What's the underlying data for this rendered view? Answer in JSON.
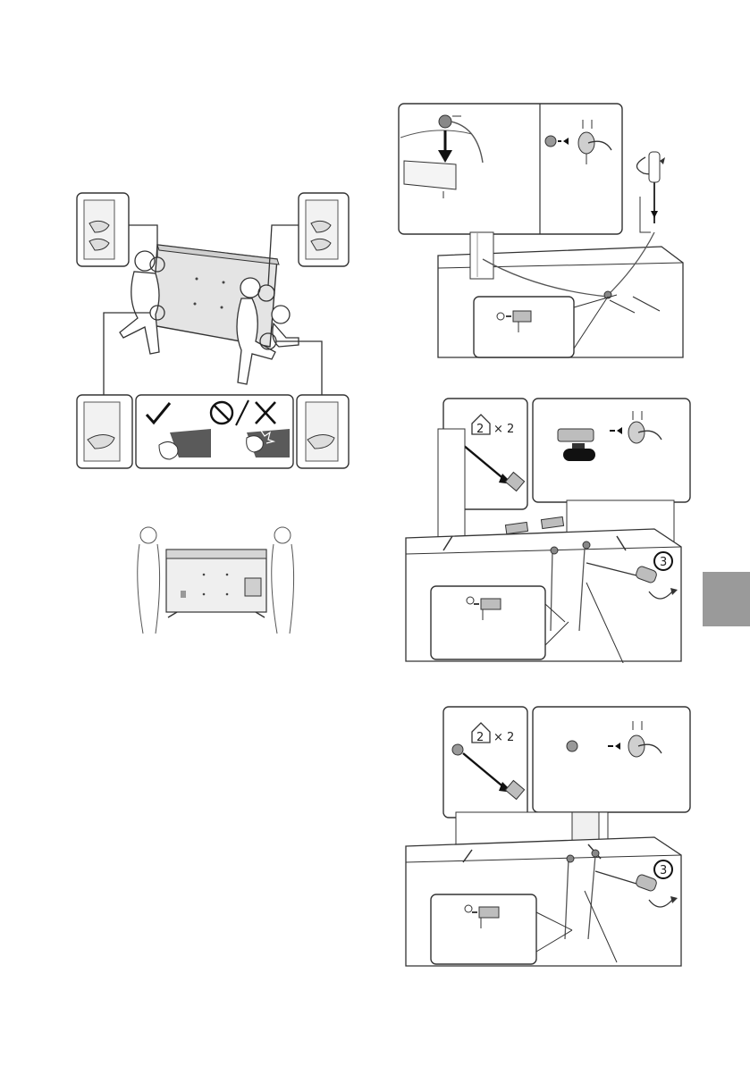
{
  "callouts": {
    "quantity_label": "× 2",
    "part_number": "2",
    "step_number": "3"
  },
  "colors": {
    "line": "#3a3a3a",
    "fill_light": "#ececec",
    "fill_mid": "#bdbdbd",
    "fill_dark": "#5a5a5a",
    "side_tab": "#9a9a9a"
  },
  "icons": {
    "ok_mark": "check-icon",
    "prohibited_mark": "prohibited-icon",
    "cross_mark": "cross-icon",
    "rotate": "rotate-arrow-icon",
    "screwdriver": "screwdriver-icon"
  }
}
